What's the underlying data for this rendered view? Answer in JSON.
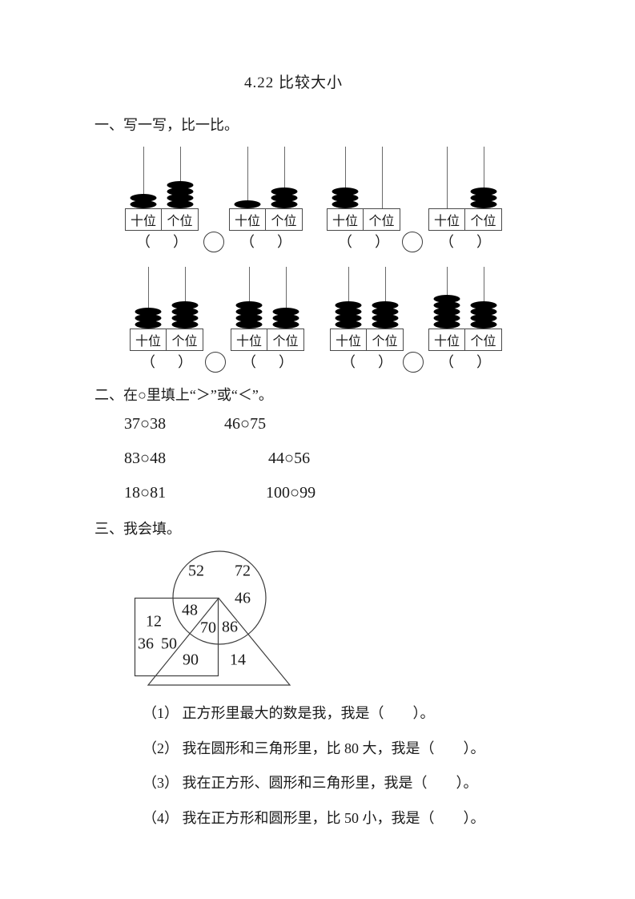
{
  "title": "4.22 比较大小",
  "section1": {
    "header": "一、写一写，比一比。",
    "place_labels": {
      "tens": "十位",
      "ones": "个位"
    },
    "paren_open": "（",
    "paren_close": "）",
    "rows": [
      {
        "abacuses": [
          {
            "tens": 2,
            "ones": 4
          },
          {
            "tens": 1,
            "ones": 3
          },
          {
            "tens": 3,
            "ones": 0
          },
          {
            "tens": 0,
            "ones": 3
          }
        ]
      },
      {
        "abacuses": [
          {
            "tens": 3,
            "ones": 4
          },
          {
            "tens": 4,
            "ones": 3
          },
          {
            "tens": 4,
            "ones": 4
          },
          {
            "tens": 5,
            "ones": 4
          }
        ]
      }
    ]
  },
  "section2": {
    "header": "二、在○里填上“＞”或“＜”。",
    "items": [
      "37○38",
      "46○75",
      "83○48",
      "44○56",
      "18○81",
      "100○99"
    ]
  },
  "section3": {
    "header": "三、我会填。",
    "numbers": [
      {
        "value": "52",
        "region": "circle"
      },
      {
        "value": "72",
        "region": "circle"
      },
      {
        "value": "46",
        "region": "circle"
      },
      {
        "value": "48",
        "region": "circle-square"
      },
      {
        "value": "12",
        "region": "square"
      },
      {
        "value": "70",
        "region": "circle-square-triangle"
      },
      {
        "value": "86",
        "region": "circle-triangle"
      },
      {
        "value": "36",
        "region": "square"
      },
      {
        "value": "50",
        "region": "square"
      },
      {
        "value": "90",
        "region": "square-triangle"
      },
      {
        "value": "14",
        "region": "triangle"
      }
    ],
    "questions": [
      "（1） 正方形里最大的数是我，我是（　　）。",
      "（2） 我在圆形和三角形里，比 80 大，我是（　　）。",
      "（3） 我在正方形、圆形和三角形里，我是（　　）。",
      "（4） 我在正方形和圆形里，比 50 小，我是（　　）。"
    ]
  }
}
